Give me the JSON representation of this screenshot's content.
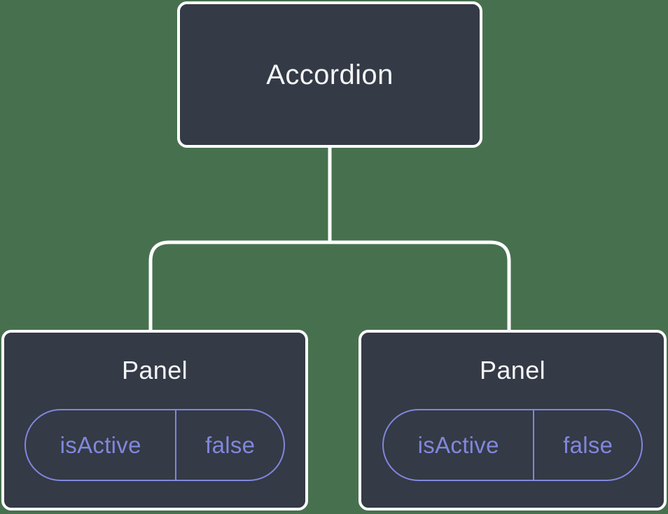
{
  "diagram": {
    "background_color": "#47714E",
    "node_fill_color": "#343A46",
    "node_border_color": "#FFFFFF",
    "connector_color": "#FFFFFF",
    "state_accent_color": "#8187DC",
    "root": {
      "label": "Accordion"
    },
    "children": [
      {
        "label": "Panel",
        "state": {
          "key": "isActive",
          "value": "false"
        }
      },
      {
        "label": "Panel",
        "state": {
          "key": "isActive",
          "value": "false"
        }
      }
    ]
  }
}
